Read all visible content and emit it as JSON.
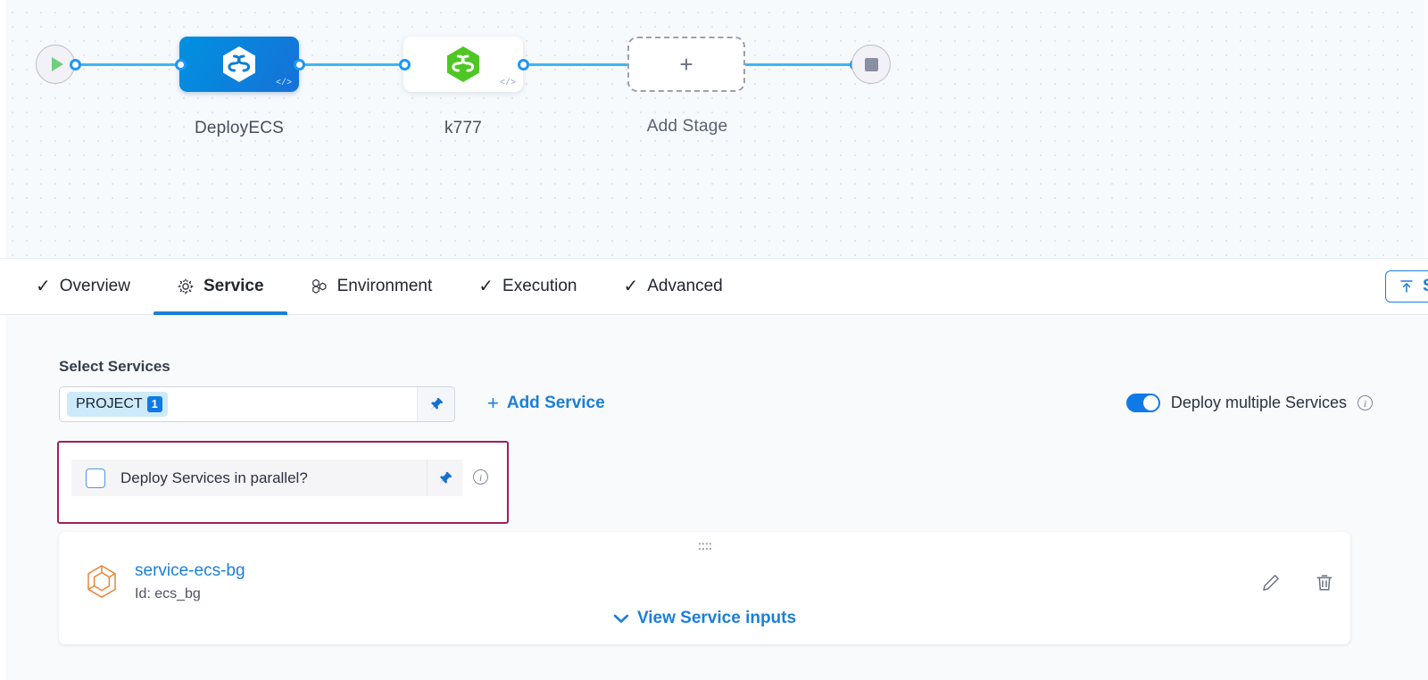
{
  "pipeline": {
    "start_icon": "play-icon",
    "end_icon": "stop-icon",
    "stages": [
      {
        "label": "DeployECS",
        "icon": "harness-hexagon-icon",
        "badge": "</>",
        "type": "deploy",
        "selected": true
      },
      {
        "label": "k777",
        "icon": "harness-hexagon-green-icon",
        "badge": "</>",
        "type": "deploy",
        "selected": false
      }
    ],
    "add_stage": {
      "label": "Add Stage",
      "icon": "plus-icon"
    }
  },
  "tabs": [
    {
      "label": "Overview",
      "icon": "check-icon",
      "active": false
    },
    {
      "label": "Service",
      "icon": "gear-icon",
      "active": true
    },
    {
      "label": "Environment",
      "icon": "hexagon-cluster-icon",
      "active": false
    },
    {
      "label": "Execution",
      "icon": "check-icon",
      "active": false
    },
    {
      "label": "Advanced",
      "icon": "check-icon",
      "active": false
    }
  ],
  "toolbar": {
    "save_label": "S",
    "save_icon": "upload-icon"
  },
  "service_section": {
    "field_label": "Select Services",
    "select": {
      "chip_label": "PROJECT",
      "chip_count": "1",
      "placeholder": "",
      "pin_icon": "pin-icon"
    },
    "add_service": {
      "label": "Add Service",
      "icon": "plus-icon"
    },
    "deploy_multiple": {
      "label": "Deploy multiple Services",
      "enabled": true,
      "info_icon": "info-icon",
      "info_glyph": "i"
    },
    "parallel": {
      "label": "Deploy Services in parallel?",
      "checked": false,
      "pin_icon": "pin-icon",
      "info_icon": "info-icon",
      "info_glyph": "i",
      "highlight_color": "#9e1f5c"
    },
    "service_card": {
      "drag_handle_icon": "drag-dots-icon",
      "service_icon": "service-hexagon-icon",
      "name": "service-ecs-bg",
      "id_text": "Id: ecs_bg",
      "view_inputs_label": "View Service inputs",
      "view_inputs_icon": "chevron-down-icon",
      "edit_icon": "pencil-icon",
      "delete_icon": "trash-icon"
    }
  },
  "colors": {
    "accent_blue": "#1b7fd8",
    "wire_blue": "#41b5f4",
    "stage_blue": "#0091e0",
    "stage_green": "#4ec724",
    "highlight_magenta": "#9e1f5c",
    "chip_bg": "#cdeafb",
    "canvas_bg": "#f6fafd",
    "body_bg": "#f8fafc"
  }
}
